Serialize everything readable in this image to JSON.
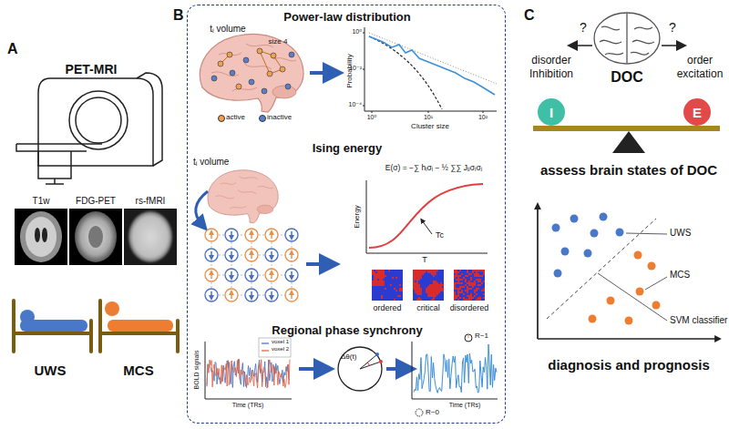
{
  "diagram": {
    "nodes": [
      {
        "text": [
          "Power-law distribution",
          "Ising energy",
          "Regional phase synchrony"
        ]
      },
      {
        "text": [
          "I"
        ]
      },
      {
        "text": [
          "E"
        ]
      }
    ],
    "labels": [
      "A",
      "PET-MRI",
      "T1w",
      "FDG-PET",
      "rs-fMRI",
      "UWS",
      "MCS",
      "B",
      "tᵢ volume",
      "size 4",
      "Probability",
      "Cluster size",
      "10⁰",
      "10⁻²",
      "10⁻⁴",
      "10⁰",
      "10¹",
      "10²",
      "tᵢ volume",
      "E(σ) = −∑ hᵢσᵢ − ½ ∑∑ Jᵢⱼσᵢσⱼ",
      "Energy",
      "T",
      "Tc",
      "ordered",
      "critical",
      "disordered",
      "BOLD signals",
      "Time (TRs)",
      "Δθ(t)",
      "R~1",
      "Time (TRs)",
      "R~0",
      "C",
      "?",
      "?",
      "disorder",
      "Inhibition",
      "order",
      "excitation",
      "DOC",
      "assess brain states of DOC",
      "UWS",
      "MCS",
      "SVM classifier",
      "diagnosis and prognosis"
    ],
    "legend": [
      {
        "text": "active",
        "color": "#f0a050"
      },
      {
        "text": "inactive",
        "color": "#5b7fc7"
      },
      {
        "text": "voxel 1"
      },
      {
        "text": "voxel 2"
      }
    ]
  }
}
